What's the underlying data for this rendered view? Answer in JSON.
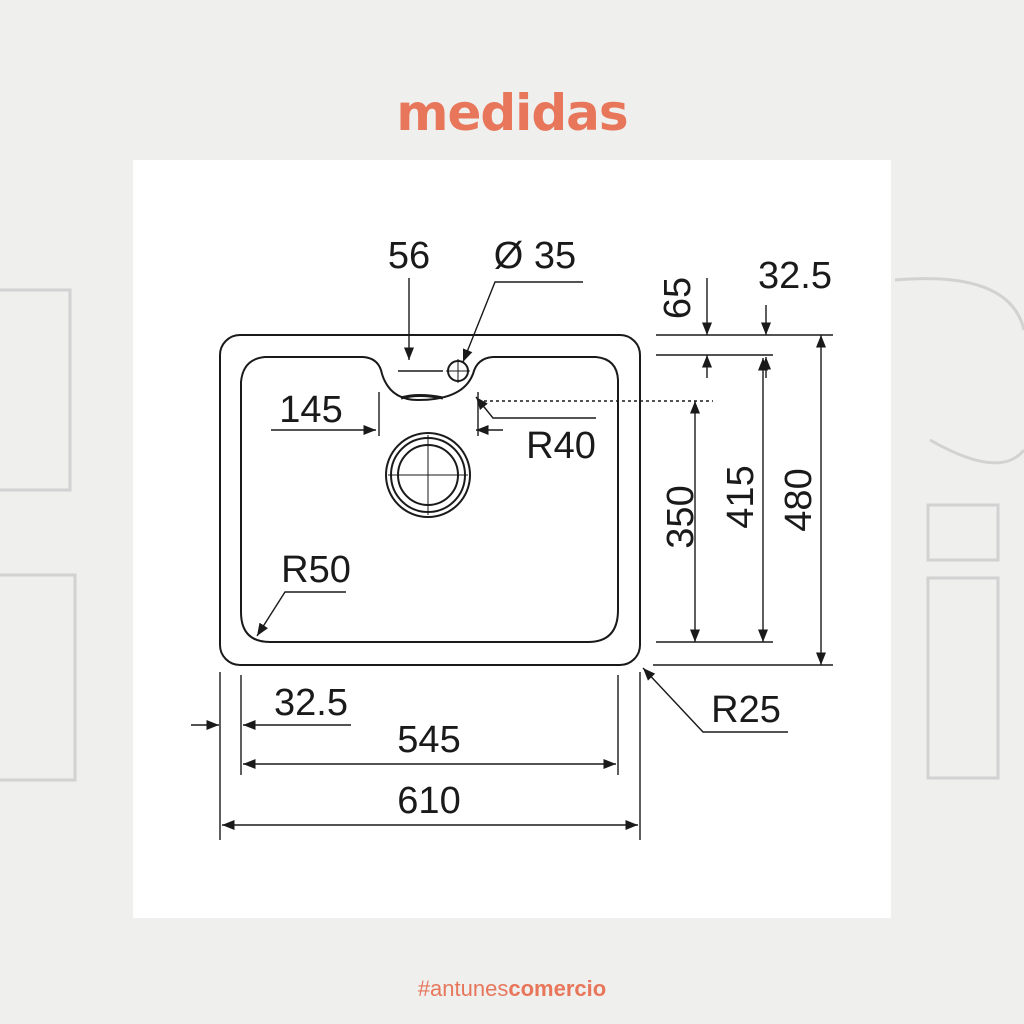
{
  "title": "medidas",
  "hashtag": {
    "prefix": "#antunes",
    "suffix": "comercio"
  },
  "dimensions": {
    "tap_offset": "56",
    "tap_hole": "Ø 35",
    "ledge_top": "65",
    "rim_inner_top": "32.5",
    "bowl_offset_left": "145",
    "corner_radius_ledge": "R40",
    "bowl_depth": "350",
    "inner_depth": "415",
    "total_depth": "480",
    "corner_radius_bowl": "R50",
    "rim_inner_left": "32.5",
    "corner_radius_outer": "R25",
    "inner_width": "545",
    "total_width": "610"
  },
  "colors": {
    "accent": "#e8765a",
    "line": "#1a1a1a",
    "background": "#efefee"
  }
}
